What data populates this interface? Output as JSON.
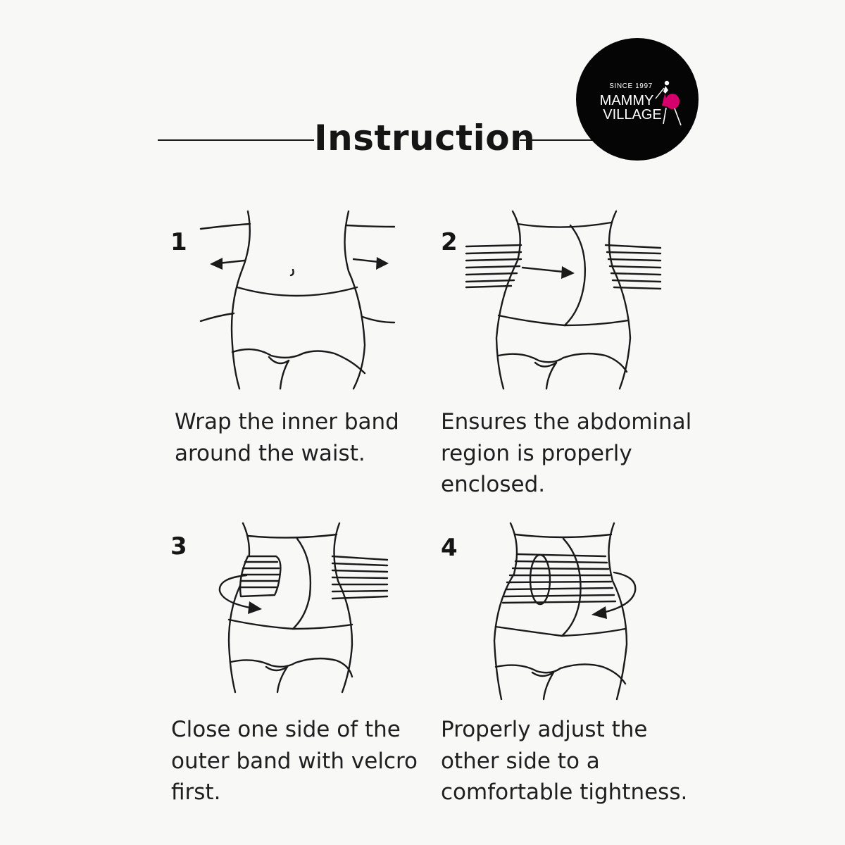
{
  "header": {
    "title": "Instruction"
  },
  "logo": {
    "since": "SINCE 1997",
    "brand_line1": "MAMMY",
    "brand_line2": "VILLAGE",
    "accent_color": "#d6006d",
    "background_color": "#050505"
  },
  "steps": [
    {
      "number": "1",
      "caption_lines": [
        "Wrap the inner band",
        "around the waist."
      ]
    },
    {
      "number": "2",
      "caption_lines": [
        "Ensures the abdominal",
        "region is properly",
        "enclosed."
      ]
    },
    {
      "number": "3",
      "caption_lines": [
        "Close one side of the",
        "outer band with velcro",
        "first."
      ]
    },
    {
      "number": "4",
      "caption_lines": [
        "Properly adjust the",
        "other side to a",
        "comfortable tightness."
      ]
    }
  ]
}
